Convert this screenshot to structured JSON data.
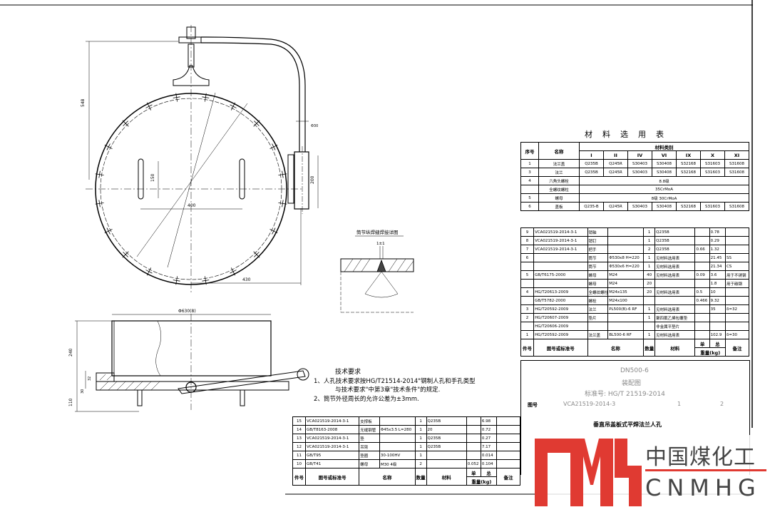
{
  "colors": {
    "line": "#000000",
    "logo_red": "#e03a32",
    "logo_gray": "#444444"
  },
  "drawing": {
    "dims": {
      "height_548": "548",
      "dia_30": "Φ30",
      "len_150": "150",
      "len_400": "400",
      "len_200": "200",
      "len_430": "430",
      "dia_630": "Φ630(8)",
      "len_240": "240",
      "len_110": "110",
      "len_32": "32",
      "len_30": "30"
    },
    "weld_detail": {
      "title": "筒节纵焊缝焊接详图",
      "gap": "1±1",
      "angle": "°"
    }
  },
  "material_table": {
    "title": "材料选用表",
    "header": {
      "no": "序号",
      "name": "名称",
      "group": "材料类别",
      "classes": [
        "I",
        "II",
        "IV",
        "VI",
        "IX",
        "X",
        "XI"
      ]
    },
    "rows": [
      {
        "no": "1",
        "name": "法兰盖",
        "values": [
          "Q235B",
          "Q245R",
          "S30403",
          "S30408",
          "S32168",
          "S31603",
          "S31608"
        ]
      },
      {
        "no": "3",
        "name": "法兰",
        "values": [
          "Q235B",
          "Q245R",
          "S30403",
          "S30408",
          "S32168",
          "S31603",
          "S31608"
        ]
      },
      {
        "no": "4",
        "name": "六角头螺栓",
        "span": "8.8级"
      },
      {
        "no": "",
        "name": "全螺纹螺柱",
        "span": "35CrMoA"
      },
      {
        "no": "5",
        "name": "螺母",
        "span": "8级 30CrMoA"
      },
      {
        "no": "6",
        "name": "盖板",
        "values": [
          "Q235-B",
          "Q245R",
          "S30403",
          "S30408",
          "S32168",
          "S31603",
          "S31608"
        ]
      }
    ]
  },
  "parts_table": {
    "header": [
      "件号",
      "图号或标准号",
      "名称",
      "数量",
      "材料",
      "单",
      "总",
      "备注"
    ],
    "weight_label": "重量(kg)",
    "rows": [
      [
        "9",
        "VCA021519-2014-3-1",
        "销轴",
        "",
        "1",
        "Q235B",
        "",
        "0.78",
        ""
      ],
      [
        "8",
        "VCA021519-2014-3-1",
        "销钉",
        "",
        "1",
        "Q235B",
        "",
        "0.29",
        ""
      ],
      [
        "7",
        "VCA021519-2014-3-1",
        "把手",
        "",
        "2",
        "Q235B",
        "0.66",
        "1.32",
        ""
      ],
      [
        "6",
        "",
        "筒节",
        "Φ530x8  H=220",
        "1",
        "见材料选用表",
        "",
        "21.45",
        "SS"
      ],
      [
        "",
        "",
        "筒节",
        "Φ530x6  H=220",
        "1",
        "见材料选用表",
        "",
        "21.34",
        "CS"
      ],
      [
        "5",
        "GB/T6175-2000",
        "螺母",
        "M24",
        "40",
        "见材料选用表",
        "0.09",
        "3.6",
        "用于不锈钢"
      ],
      [
        "",
        "",
        "螺母",
        "M24",
        "20",
        "",
        "",
        "1.8",
        "用于碳钢"
      ],
      [
        "4",
        "HG/T20613-2009",
        "全螺纹螺柱",
        "M24x135",
        "20",
        "见材料选用表",
        "0.5",
        "10",
        ""
      ],
      [
        "",
        "GB/T5782-2000",
        "螺栓",
        "M24x100",
        "",
        "",
        "0.466",
        "9.32",
        ""
      ],
      [
        "3",
        "HG/T20592-2009",
        "法兰",
        "PL500(B)-6 RF",
        "1",
        "见材料选用表",
        "",
        "35",
        "δ=32"
      ],
      [
        "2",
        "HG/T20607-2009",
        "垫片",
        "",
        "1",
        "聚四氟乙烯包覆垫",
        "",
        "",
        ""
      ],
      [
        "",
        "HG/T20606-2009",
        "",
        "",
        "",
        "非金属平垫片",
        "",
        "",
        ""
      ],
      [
        "1",
        "HG/T20592-2009",
        "法兰盖",
        "BL500-6 RF",
        "1",
        "见材料选用表",
        "",
        "102.9",
        "δ=30"
      ]
    ]
  },
  "bottom_table": {
    "rows": [
      [
        "15",
        "VCA021519-2014-3-1",
        "支撑板",
        "",
        "1",
        "Q235B",
        "",
        "6.98",
        ""
      ],
      [
        "14",
        "GB/T8163-2008",
        "无缝钢管",
        "Φ45x3.5  L=280",
        "1",
        "20",
        "",
        "0.72",
        ""
      ],
      [
        "13",
        "VCA021519-2014-3-1",
        "垫",
        "",
        "1",
        "Q235B",
        "",
        "0.27",
        ""
      ],
      [
        "12",
        "VCA021519-2014-3-1",
        "吊臂",
        "",
        "1",
        "Q235B",
        "",
        "7.17",
        ""
      ],
      [
        "11",
        "GB/T95",
        "垫圈",
        "30-100HV",
        "1",
        "",
        "",
        "0.014",
        ""
      ],
      [
        "10",
        "GB/T41",
        "螺母",
        "M30  4级",
        "2",
        "",
        "0.052",
        "0.104",
        ""
      ]
    ]
  },
  "tech_requirements": {
    "title": "技术要求",
    "items": [
      "1、人孔技术要求按HG/T21514-2014\"钢制人孔和手孔类型",
      "与技术要求\"中第3章\"技术条件\"的规定.",
      "2、筒节外径周长的允许公差为±3mm."
    ]
  },
  "title_block": {
    "name": "垂直吊盖板式平焊法兰人孔",
    "spec": "DN500-6",
    "type": "装配图",
    "standard": "标准号: HG/T 21519-2014",
    "drawing_no_label": "图号",
    "drawing_no": "VCA21519-2014-3",
    "sheet": "1",
    "sheets": "2"
  },
  "logo": {
    "mark": "MH",
    "cn": "中国煤化工",
    "en": "CNMHG"
  }
}
